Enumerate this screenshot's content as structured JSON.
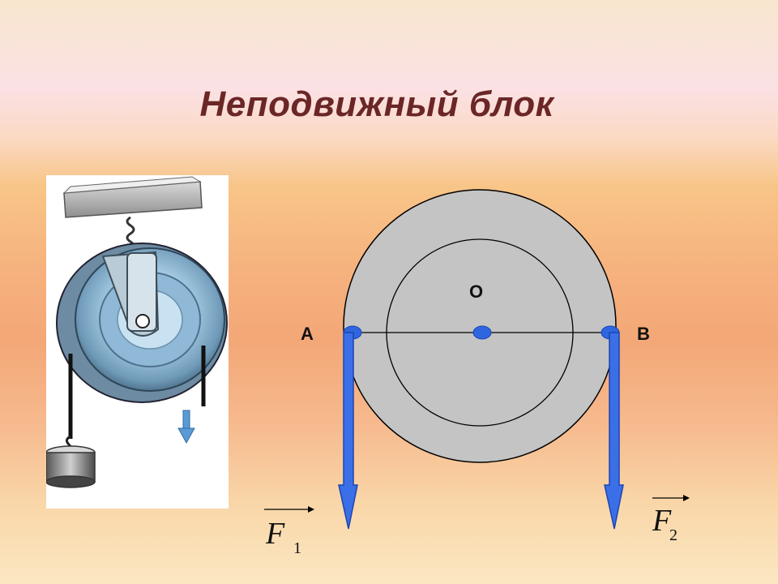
{
  "slide": {
    "title": "Неподвижный блок"
  },
  "diagram": {
    "labels": {
      "center": "O",
      "left_point": "A",
      "right_point": "B"
    },
    "forces": [
      {
        "symbol": "F",
        "subscript": "1"
      },
      {
        "symbol": "F",
        "subscript": "2"
      }
    ],
    "colors": {
      "pulley_fill": "#c4c4c4",
      "arrow_fill": "#3a6fe8",
      "arrow_stroke": "#1d44b0",
      "title": "#6b2626"
    }
  },
  "illustration": {
    "description_icon": "pulley-photo"
  }
}
